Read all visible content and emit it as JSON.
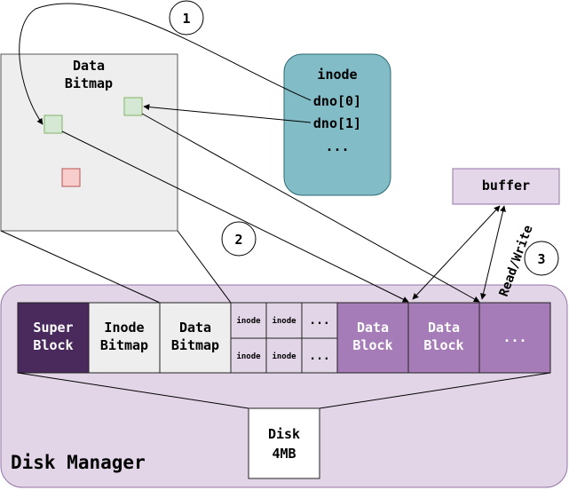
{
  "data_bitmap_zoom": {
    "title_line1": "Data",
    "title_line2": "Bitmap"
  },
  "inode": {
    "title": "inode",
    "dno0": "dno[0]",
    "dno1": "dno[1]",
    "more": "..."
  },
  "buffer": {
    "label": "buffer"
  },
  "steps": {
    "one": "1",
    "two": "2",
    "three": "3"
  },
  "read_write_label": "Read/Write",
  "disk_manager": {
    "title": "Disk Manager",
    "super_block": {
      "l1": "Super",
      "l2": "Block"
    },
    "inode_bitmap": {
      "l1": "Inode",
      "l2": "Bitmap"
    },
    "data_bitmap": {
      "l1": "Data",
      "l2": "Bitmap"
    },
    "inode_cell": "inode",
    "ellipsis": "...",
    "data_block": {
      "l1": "Data",
      "l2": "Block"
    },
    "tail_ellipsis": "..."
  },
  "disk": {
    "l1": "Disk",
    "l2": "4MB"
  },
  "colors": {
    "super_block": "#4a2a5c",
    "data_block": "#a57cb8",
    "disk_manager_bg": "#e2d5e8",
    "inode_box": "#82bcc6",
    "buffer_box": "#e4d7ea",
    "bitmap_green": "#d5e8d4",
    "bitmap_red": "#f8cecc"
  }
}
